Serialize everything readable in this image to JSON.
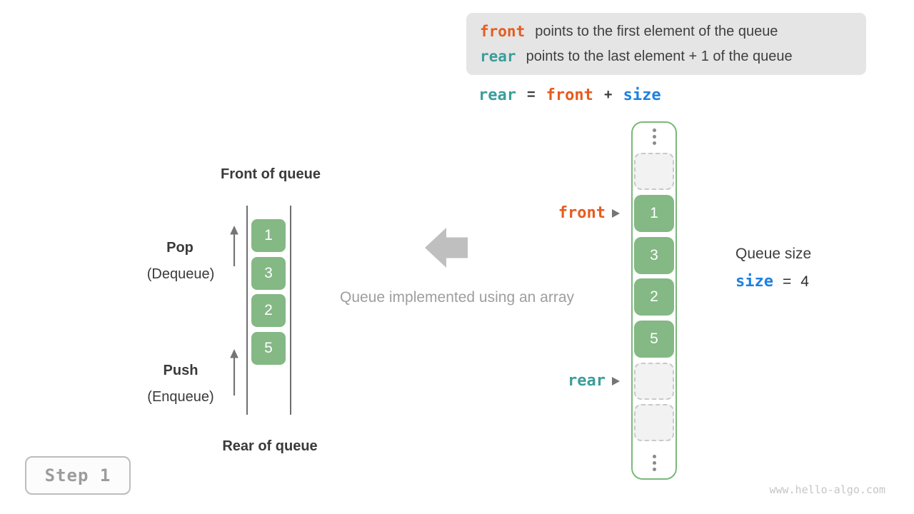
{
  "info_box": {
    "line1": {
      "code": "front",
      "text": "points to the first element of the queue"
    },
    "line2": {
      "code": "rear",
      "text": "points to the last element + 1 of the queue"
    }
  },
  "formula": {
    "rear": "rear",
    "equals": "=",
    "front": "front",
    "plus": "+",
    "size": "size"
  },
  "left_queue": {
    "front_label": "Front of queue",
    "rear_label": "Rear of queue",
    "pop": "Pop",
    "pop_sub": "(Dequeue)",
    "push": "Push",
    "push_sub": "(Enqueue)",
    "values": [
      "1",
      "3",
      "2",
      "5"
    ]
  },
  "caption": "Queue implemented using an array",
  "array": {
    "front_pointer": "front",
    "rear_pointer": "rear",
    "values": [
      "1",
      "3",
      "2",
      "5"
    ]
  },
  "size_info": {
    "label": "Queue size",
    "var": "size",
    "equals": "=",
    "value": "4"
  },
  "step_badge": "Step 1",
  "watermark": "www.hello-algo.com",
  "colors": {
    "front": "#E65C1F",
    "rear": "#3B9D9B",
    "size": "#1E80E0",
    "cell_green": "#84B884",
    "container_border": "#7AB87A",
    "info_box_bg": "#E5E5E5",
    "text_dark": "#3D3D3D",
    "text_gray": "#9E9E9E",
    "arrow_gray": "#BFBFBF"
  }
}
